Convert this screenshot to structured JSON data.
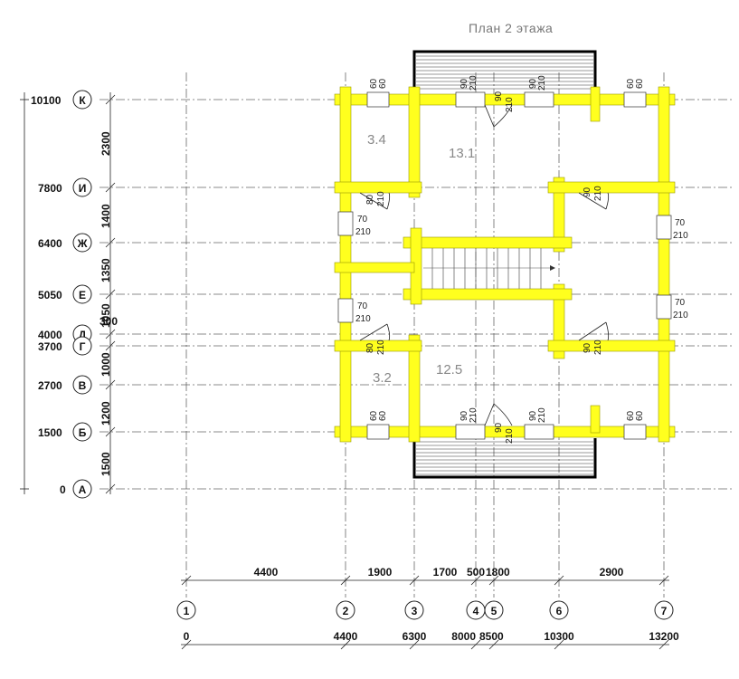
{
  "title": "План 2 этажа",
  "rows": [
    {
      "letter": "К",
      "value": "10100"
    },
    {
      "letter": "И",
      "value": "7800"
    },
    {
      "letter": "Ж",
      "value": "6400"
    },
    {
      "letter": "Е",
      "value": "5050"
    },
    {
      "letter": "Д",
      "value": "4000"
    },
    {
      "letter": "Г",
      "value": "3700"
    },
    {
      "letter": "В",
      "value": "2700"
    },
    {
      "letter": "Б",
      "value": "1500"
    },
    {
      "letter": "А",
      "value": "0"
    }
  ],
  "row_spans": [
    "2300",
    "1400",
    "1350",
    "1050",
    "300",
    "1000",
    "1200",
    "1500"
  ],
  "cols": [
    {
      "num": "1",
      "value": "0"
    },
    {
      "num": "2",
      "value": "4400"
    },
    {
      "num": "3",
      "value": "6300"
    },
    {
      "num": "4",
      "value": "8000"
    },
    {
      "num": "5",
      "value": "8500"
    },
    {
      "num": "6",
      "value": "10300"
    },
    {
      "num": "7",
      "value": "13200"
    }
  ],
  "col_spans": [
    "4400",
    "1900",
    "1700",
    "500",
    "1800",
    "2900"
  ],
  "rooms": [
    "3.4",
    "13.1",
    "3.2",
    "12.5"
  ],
  "openings": {
    "w60": "60",
    "w70": "70",
    "w80": "80",
    "w90": "90",
    "h210": "210"
  }
}
